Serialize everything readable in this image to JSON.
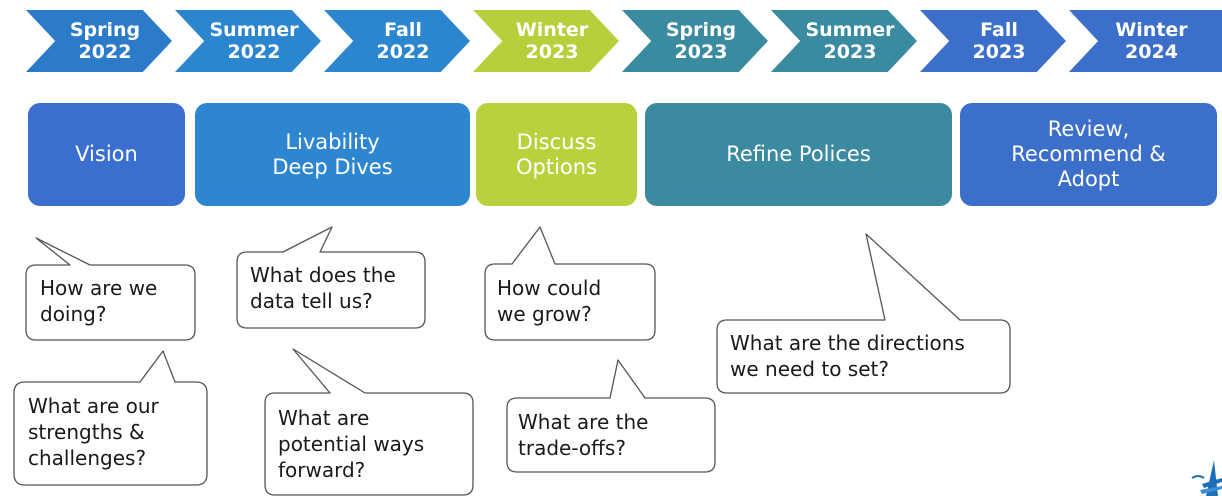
{
  "timeline": [
    {
      "season": "Spring",
      "year": "2022",
      "color": "#2b7bc8"
    },
    {
      "season": "Summer",
      "year": "2022",
      "color": "#2b86cf"
    },
    {
      "season": "Fall",
      "year": "2022",
      "color": "#2b86cf"
    },
    {
      "season": "Winter",
      "year": "2023",
      "color": "#b8cf3c"
    },
    {
      "season": "Spring",
      "year": "2023",
      "color": "#3a8aa0"
    },
    {
      "season": "Summer",
      "year": "2023",
      "color": "#3a8aa0"
    },
    {
      "season": "Fall",
      "year": "2023",
      "color": "#3c6fca"
    },
    {
      "season": "Winter",
      "year": "2024",
      "color": "#3c6fca"
    }
  ],
  "phases": [
    {
      "label": "Vision",
      "color": "#3a6fd0"
    },
    {
      "label": "Livability\nDeep Dives",
      "color": "#2e86d0"
    },
    {
      "label": "Discuss\nOptions",
      "color": "#bad13e"
    },
    {
      "label": "Refine Polices",
      "color": "#3b8aa0"
    },
    {
      "label": "Review,\nRecommend &\nAdopt",
      "color": "#3c6fca"
    }
  ],
  "callouts": [
    {
      "text": "How are we\ndoing?"
    },
    {
      "text": "What are our\nstrengths &\nchallenges?"
    },
    {
      "text": "What does the\ndata tell us?"
    },
    {
      "text": "What are\npotential ways\nforward?"
    },
    {
      "text": "How could\nwe grow?"
    },
    {
      "text": "What are the\ntrade-offs?"
    },
    {
      "text": "What are the directions\nwe need to set?"
    }
  ],
  "logo": {
    "icon": "city-logo-icon"
  }
}
